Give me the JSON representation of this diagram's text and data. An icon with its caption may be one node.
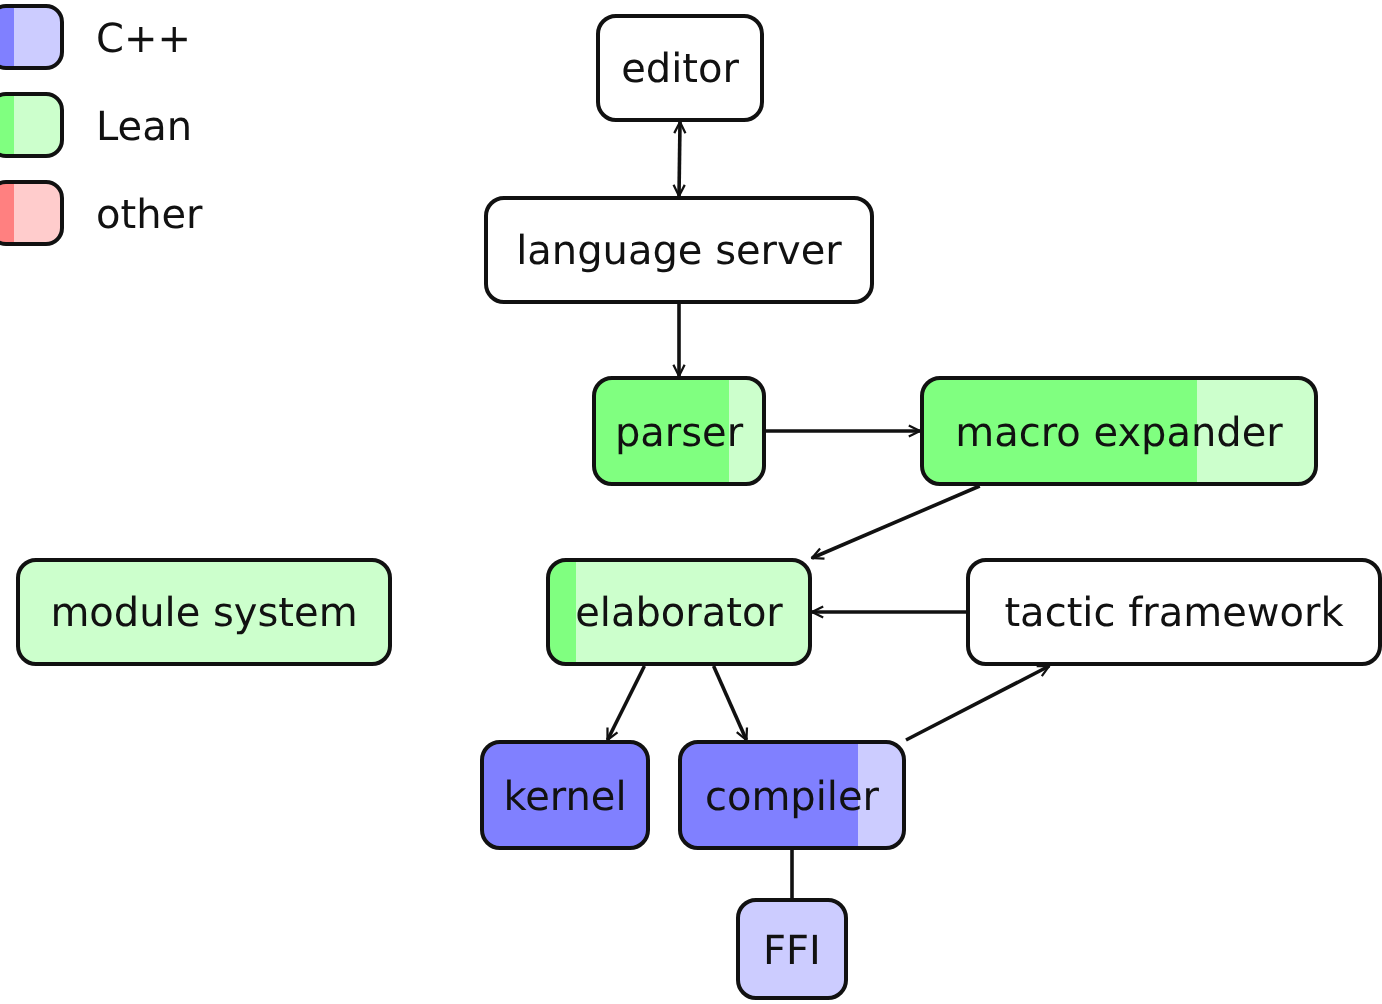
{
  "diagram": {
    "nodes": [
      {
        "text": [
          "editor"
        ]
      },
      {
        "text": [
          "language server"
        ]
      },
      {
        "text": [
          "parser"
        ]
      },
      {
        "text": [
          "macro expander"
        ]
      },
      {
        "text": [
          "module system"
        ]
      },
      {
        "text": [
          "elaborator"
        ]
      },
      {
        "text": [
          "tactic framework"
        ]
      },
      {
        "text": [
          "kernel"
        ]
      },
      {
        "text": [
          "compiler"
        ]
      },
      {
        "text": [
          "FFI"
        ]
      }
    ],
    "edges": [
      {
        "from": 0,
        "to": 1,
        "arrow": "both"
      },
      {
        "from": 1,
        "to": 2,
        "arrow": "to"
      },
      {
        "from": 2,
        "to": 3,
        "arrow": "to"
      },
      {
        "from": 3,
        "to": 5,
        "arrow": "to"
      },
      {
        "from": 6,
        "to": 5,
        "arrow": "to"
      },
      {
        "from": 5,
        "to": 7,
        "arrow": "to"
      },
      {
        "from": 5,
        "to": 8,
        "arrow": "to"
      },
      {
        "from": 8,
        "to": 6,
        "arrow": "to"
      },
      {
        "from": 8,
        "to": 9,
        "arrow": "none"
      }
    ],
    "legend": [
      {
        "text": "C++",
        "color": "#8080ff"
      },
      {
        "text": "Lean",
        "color": "#80ff80"
      },
      {
        "text": "other",
        "color": "#ff8080"
      }
    ]
  }
}
